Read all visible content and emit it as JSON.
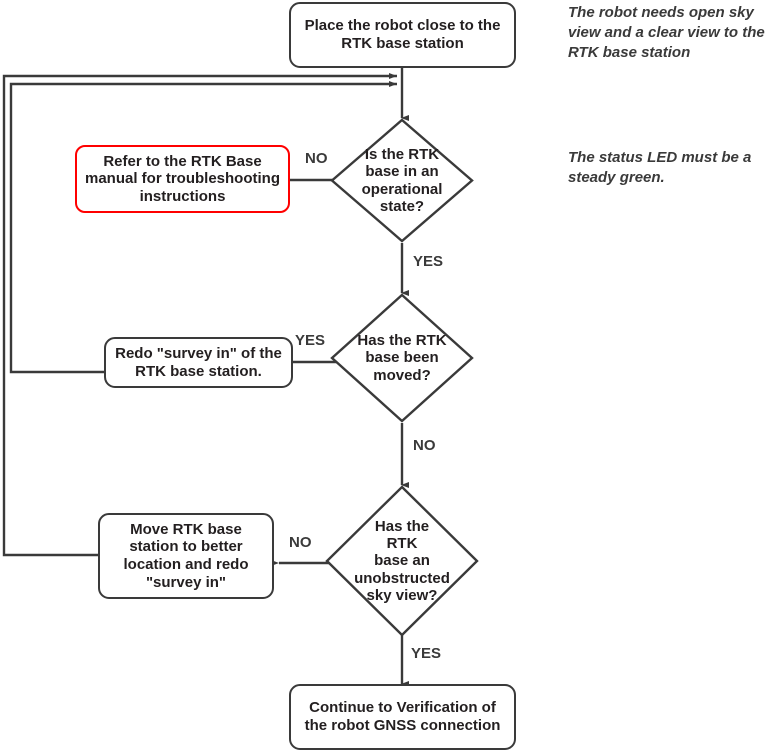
{
  "diagram": {
    "title": "RTK base station setup flowchart",
    "colors": {
      "line": "#3a3a3a",
      "text": "#231f20",
      "alert_border": "#ff0000",
      "background": "#ffffff"
    }
  },
  "nodes": {
    "start": {
      "label": "Place the robot close to the\nRTK base station",
      "shape": "rounded-rectangle"
    },
    "decision_operational": {
      "label": "Is the RTK\nbase in an\noperational\nstate?",
      "shape": "diamond"
    },
    "refer_manual": {
      "label": "Refer to the RTK Base\nmanual for troubleshooting\ninstructions",
      "shape": "rounded-rectangle",
      "border_color": "#ff0000"
    },
    "decision_moved": {
      "label": "Has the RTK\nbase been\nmoved?",
      "shape": "diamond"
    },
    "redo_survey": {
      "label": "Redo \"survey in\" of the\nRTK base station.",
      "shape": "rounded-rectangle"
    },
    "decision_sky_view": {
      "label": "Has the\nRTK\nbase an\nunobstructed\nsky view?",
      "shape": "diamond"
    },
    "move_base": {
      "label": "Move RTK base\nstation to better\nlocation and redo\n\"survey in\"",
      "shape": "rounded-rectangle"
    },
    "continue": {
      "label": "Continue to Verification of\nthe robot GNSS connection",
      "shape": "rounded-rectangle"
    }
  },
  "edge_labels": {
    "operational_no": "NO",
    "operational_yes": "YES",
    "moved_yes": "YES",
    "moved_no": "NO",
    "sky_no": "NO",
    "sky_yes": "YES"
  },
  "notes": {
    "sky_view_note": "The robot needs open sky\nview and a clear view to the\nRTK base station",
    "status_led_note": "The status LED  must be a\nsteady green."
  }
}
